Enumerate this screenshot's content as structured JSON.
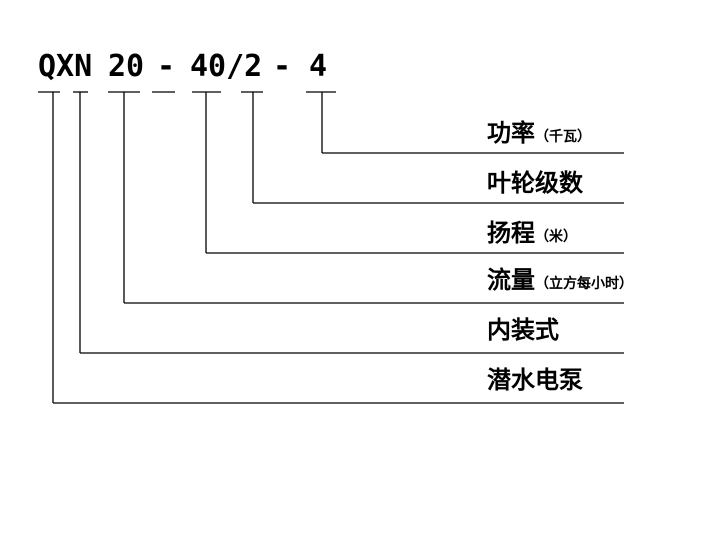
{
  "model_code": {
    "parts": [
      "QXN",
      "20",
      "-",
      "40/2",
      "-",
      "4"
    ]
  },
  "legend": [
    {
      "label": "功率",
      "unit": "（千瓦）"
    },
    {
      "label": "叶轮级数",
      "unit": ""
    },
    {
      "label": "扬程",
      "unit": "（米）"
    },
    {
      "label": "流量",
      "unit": "（立方每小时）"
    },
    {
      "label": "内装式",
      "unit": ""
    },
    {
      "label": "潜水电泵",
      "unit": ""
    }
  ]
}
